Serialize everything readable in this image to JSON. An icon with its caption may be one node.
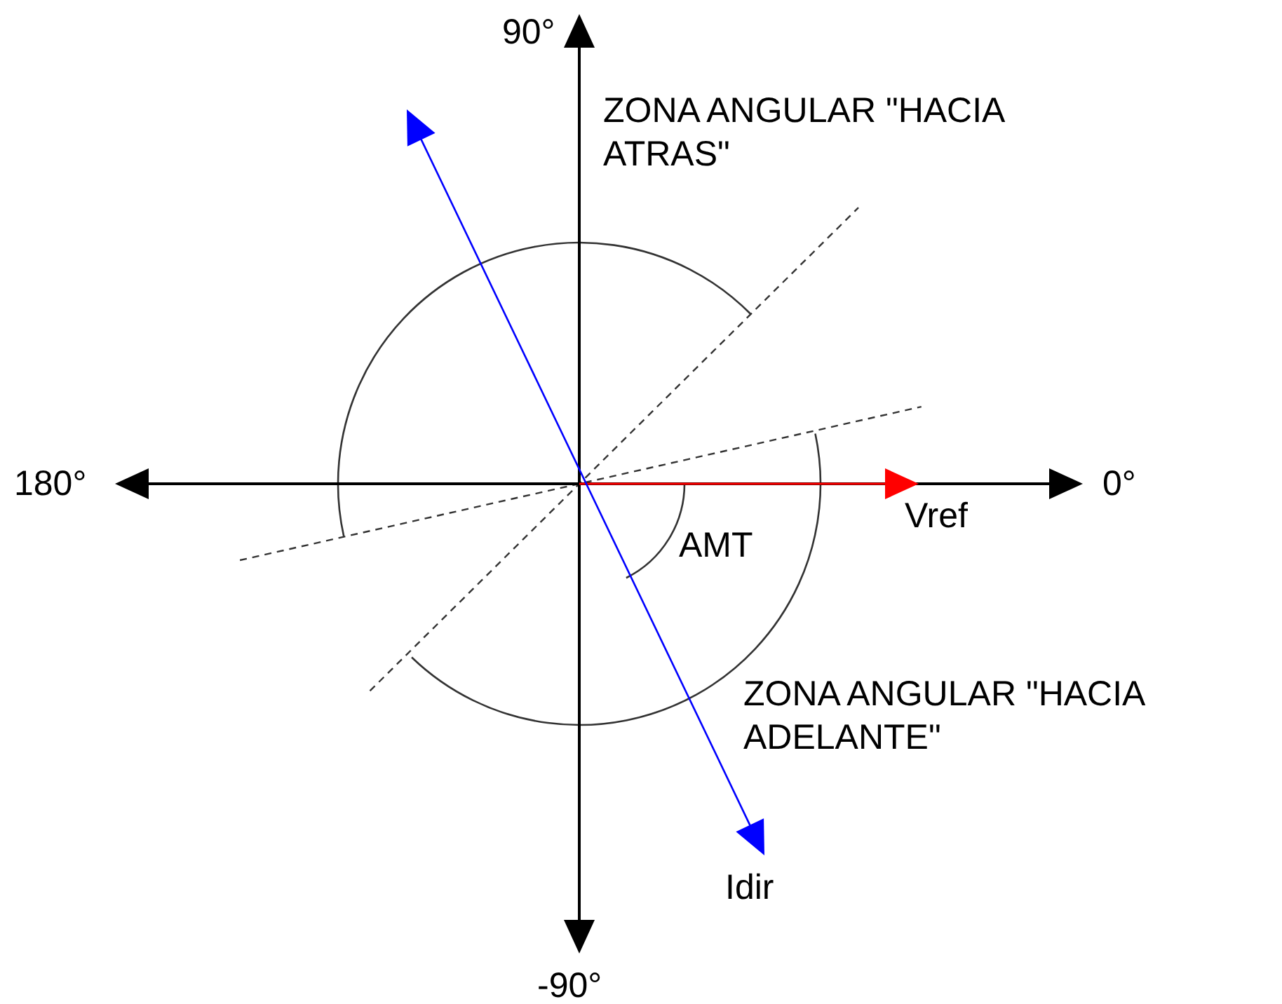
{
  "diagram": {
    "labels": [
      "90°",
      "ZONA ANGULAR \"HACIA ATRAS\"",
      "180°",
      "0°",
      "Vref",
      "AMT",
      "ZONA ANGULAR \"HACIA ADELANTE\"",
      "Idir",
      "-90°"
    ]
  }
}
